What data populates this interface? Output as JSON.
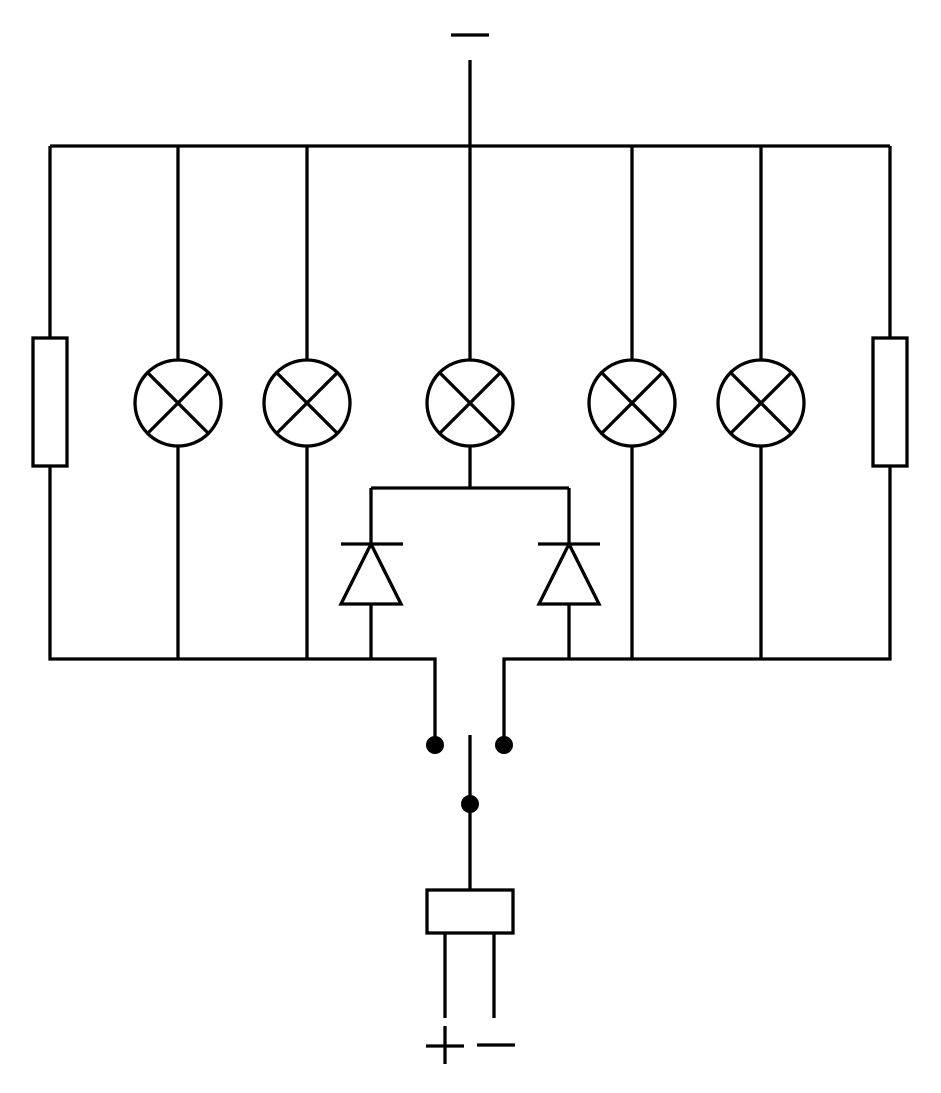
{
  "colors": {
    "stroke": "#000000",
    "background": "#ffffff"
  },
  "components": {
    "lamps": 5,
    "diodes": 2,
    "resistors": 2,
    "switch_terminals": 3
  },
  "polarity_marks": {
    "top": "−",
    "bottom_positive": "+",
    "bottom_negative": "−"
  }
}
